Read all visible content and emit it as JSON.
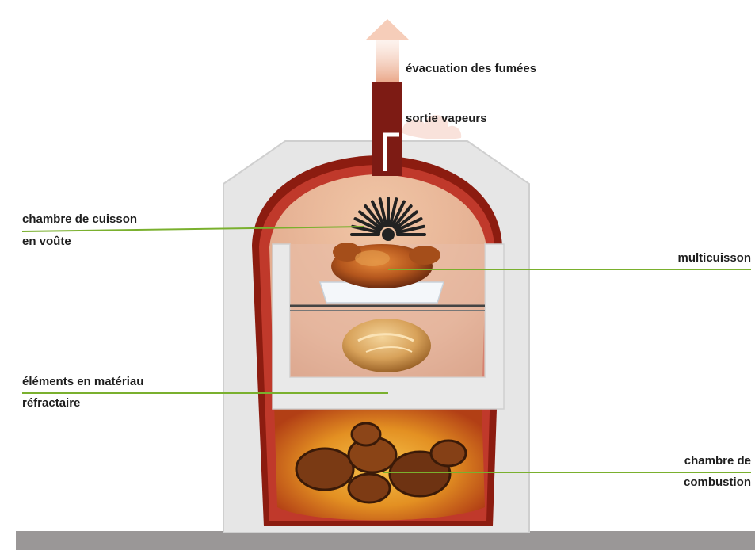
{
  "labels": {
    "fumes": "évacuation des fumées",
    "vapeurs": "sortie vapeurs",
    "chambre_cuisson_1": "chambre de cuisson",
    "chambre_cuisson_2": "en voûte",
    "multicuisson": "multicuisson",
    "refractaire_1": "éléments en matériau",
    "refractaire_2": "réfractaire",
    "combustion_1": "chambre de",
    "combustion_2": "combustion"
  },
  "colors": {
    "leader_line": "#7ab02e",
    "refractory_shell": "#e6e6e6",
    "inner_lining": "#8c1c10",
    "cooking_chamber": "#e7b9a0",
    "fire": "#e19a1e",
    "ground": "#9a9797",
    "chimney": "#7d1b14"
  }
}
